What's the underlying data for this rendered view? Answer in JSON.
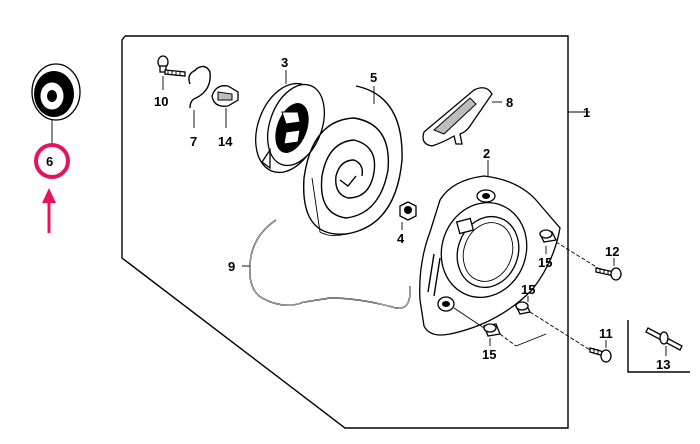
{
  "diagram": {
    "callouts": {
      "p1": "1",
      "p2": "2",
      "p3": "3",
      "p4": "4",
      "p5": "5",
      "p6": "6",
      "p7": "7",
      "p8": "8",
      "p9": "9",
      "p10": "10",
      "p11": "11",
      "p12": "12",
      "p13": "13",
      "p14": "14",
      "p15a": "15",
      "p15b": "15",
      "p15c": "15"
    },
    "highlight": {
      "part": "6",
      "color": "#e6145a"
    }
  }
}
